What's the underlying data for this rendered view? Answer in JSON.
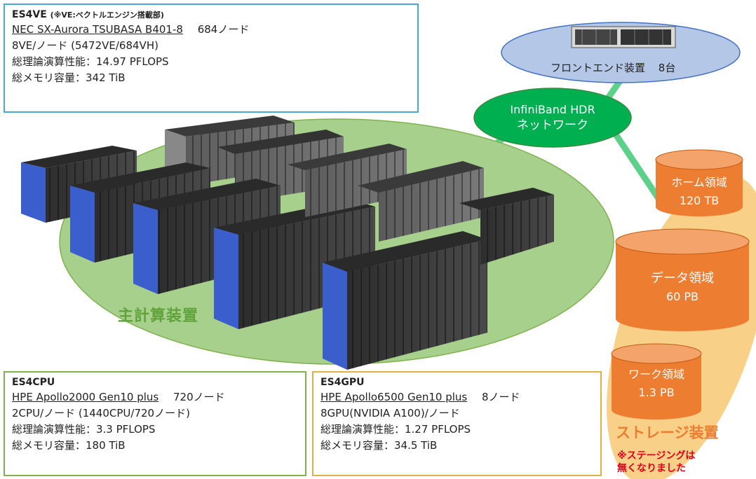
{
  "es4ve": {
    "title": "ES4VE",
    "title_note": "(※VE:ベクトルエンジン搭載部)",
    "model": "NEC SX-Aurora TSUBASA B401-8",
    "nodes": "684ノード",
    "per_node": "8VE/ノード (5472VE/684VH)",
    "perf": "総理論演算性能：14.97 PFLOPS",
    "memory": "総メモリ容量：342 TiB"
  },
  "es4cpu": {
    "title": "ES4CPU",
    "model": "HPE Apollo2000 Gen10 plus",
    "nodes": "720ノード",
    "per_node": "2CPU/ノード (1440CPU/720ノード)",
    "perf": "総理論演算性能：3.3 PFLOPS",
    "memory": "総メモリ容量：180 TiB"
  },
  "es4gpu": {
    "title": "ES4GPU",
    "model": "HPE Apollo6500 Gen10 plus",
    "nodes": "8ノード",
    "per_node": "8GPU(NVIDIA A100)/ノード",
    "perf": "総理論演算性能：1.27 PFLOPS",
    "memory": "総メモリ容量：34.5 TiB"
  },
  "main_compute": {
    "label": "主計算装置"
  },
  "network": {
    "line1": "InfiniBand HDR",
    "line2": "ネットワーク"
  },
  "frontend": {
    "label": "フロントエンド装置",
    "count": "8台"
  },
  "storage": {
    "label": "ストレージ装置",
    "note_line1": "※ステージングは",
    "note_line2": "無くなりました",
    "home": {
      "name": "ホーム領域",
      "size": "120 TB"
    },
    "data": {
      "name": "データ領域",
      "size": "60 PB"
    },
    "work": {
      "name": "ワーク領域",
      "size": "1.3 PB"
    }
  },
  "colors": {
    "ve_border": "#4aa8d8",
    "cpu_border": "#7fb24d",
    "gpu_border": "#e0b040",
    "main_ellipse": "#a8d08d",
    "network": "#00b050",
    "frontend": "#b4c7e7",
    "storage_area": "#f8cb7a",
    "cylinder": "#ed7d31",
    "rack_blue": "#3a5fcd"
  }
}
